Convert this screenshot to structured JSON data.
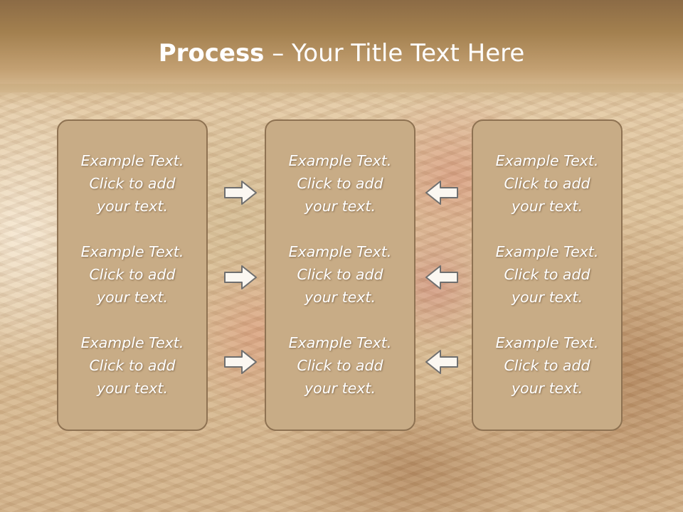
{
  "title": {
    "bold": "Process",
    "rest": " – Your Title Text Here"
  },
  "columns": [
    {
      "items": [
        {
          "line1": "Example Text.",
          "line2": "Click  to add",
          "line3": "your text."
        },
        {
          "line1": "Example Text.",
          "line2": "Click  to add",
          "line3": "your text."
        },
        {
          "line1": "Example Text.",
          "line2": "Click  to add",
          "line3": "your text."
        }
      ]
    },
    {
      "items": [
        {
          "line1": "Example Text.",
          "line2": "Click  to add",
          "line3": "your text."
        },
        {
          "line1": "Example Text.",
          "line2": "Click  to add",
          "line3": "your text."
        },
        {
          "line1": "Example Text.",
          "line2": "Click  to add",
          "line3": "your text."
        }
      ]
    },
    {
      "items": [
        {
          "line1": "Example Text.",
          "line2": "Click  to add",
          "line3": "your text."
        },
        {
          "line1": "Example Text.",
          "line2": "Click  to add",
          "line3": "your text."
        },
        {
          "line1": "Example Text.",
          "line2": "Click  to add",
          "line3": "your text."
        }
      ]
    }
  ],
  "arrows": {
    "left_group": "arrow-right-icon",
    "right_group": "arrow-left-icon"
  },
  "colors": {
    "box_fill": "#c8ac86",
    "box_border": "#8e7252",
    "text": "#ffffff",
    "header": "#9c7a4c"
  }
}
